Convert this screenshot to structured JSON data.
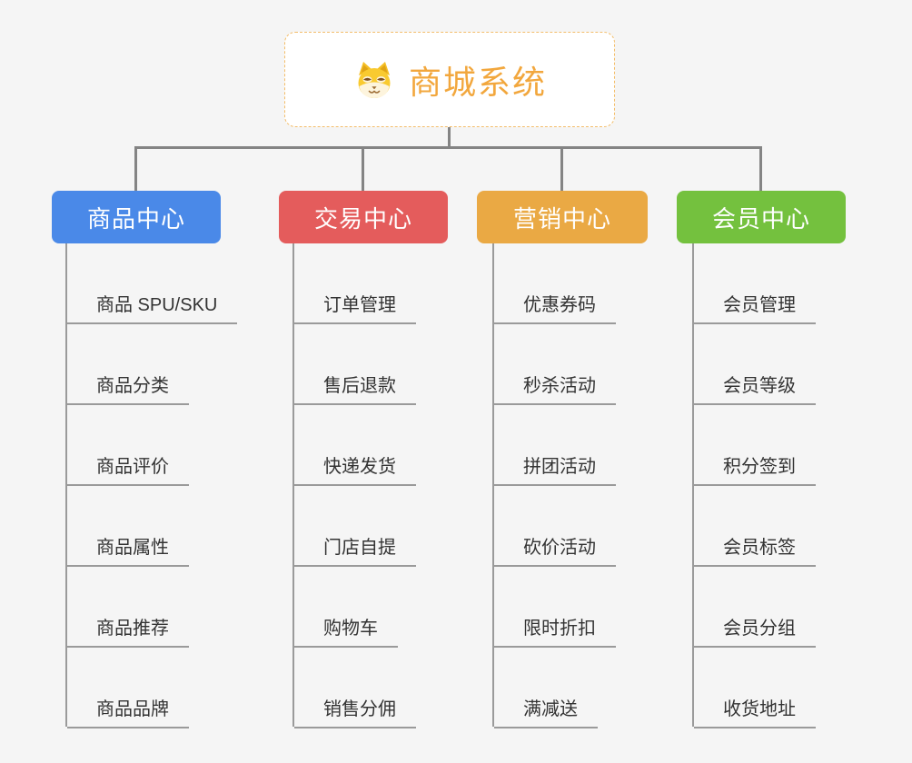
{
  "canvas": {
    "background": "#f5f5f5",
    "connector_color": "#848484",
    "leaf_line_color": "#9a9a9a"
  },
  "root": {
    "title": "商城系统",
    "icon": "shiba-dog-icon",
    "title_color": "#f2a73d",
    "border_color": "#f3bd6a"
  },
  "sections": [
    {
      "label": "商品中心",
      "color": "#4a89e8",
      "items": [
        "商品 SPU/SKU",
        "商品分类",
        "商品评价",
        "商品属性",
        "商品推荐",
        "商品品牌"
      ]
    },
    {
      "label": "交易中心",
      "color": "#e45c5c",
      "items": [
        "订单管理",
        "售后退款",
        "快递发货",
        "门店自提",
        "购物车",
        "销售分佣"
      ]
    },
    {
      "label": "营销中心",
      "color": "#eaa944",
      "items": [
        "优惠券码",
        "秒杀活动",
        "拼团活动",
        "砍价活动",
        "限时折扣",
        "满减送"
      ]
    },
    {
      "label": "会员中心",
      "color": "#74c13e",
      "items": [
        "会员管理",
        "会员等级",
        "积分签到",
        "会员标签",
        "会员分组",
        "收货地址"
      ]
    }
  ]
}
